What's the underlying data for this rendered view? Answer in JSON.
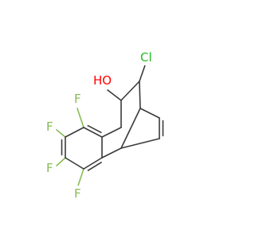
{
  "molecule": {
    "colors": {
      "bond": "#3a3a3a",
      "oxygen": "#ff0000",
      "chlorine": "#22bb22",
      "fluorine": "#88bb55"
    },
    "labels": {
      "hydroxyl": "HO",
      "chlorine": "Cl",
      "fluorine_1": "F",
      "fluorine_2": "F",
      "fluorine_3": "F",
      "fluorine_4": "F"
    }
  }
}
